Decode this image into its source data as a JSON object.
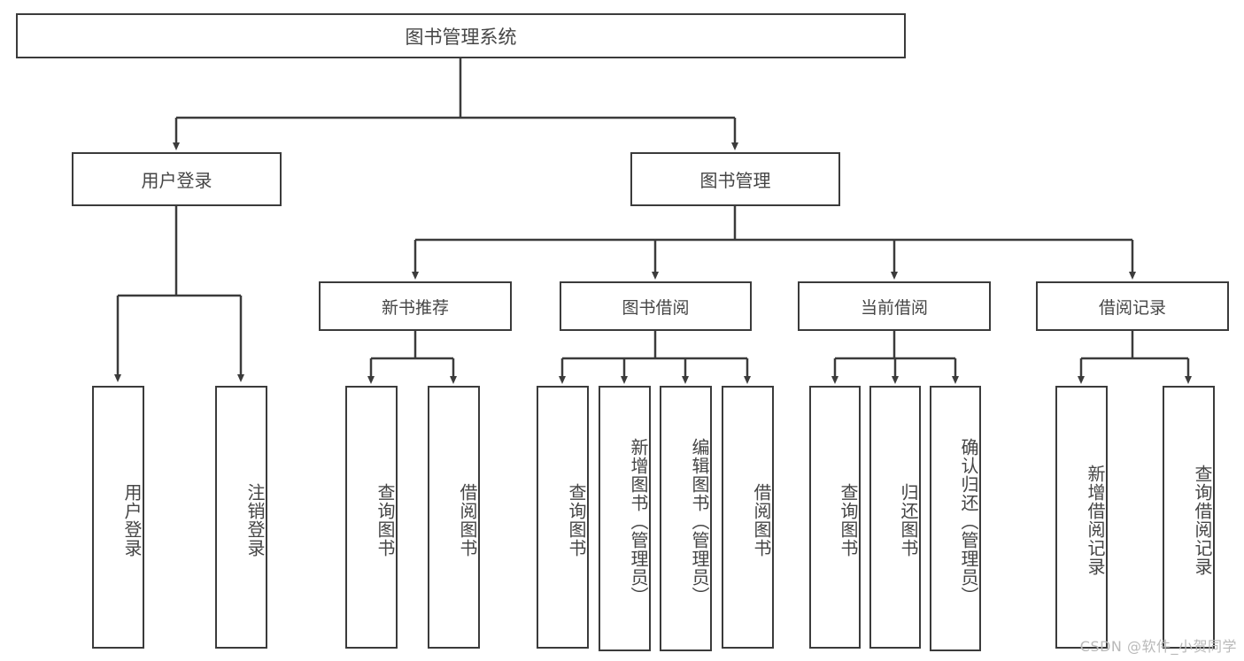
{
  "diagram": {
    "title": "图书管理系统",
    "type": "tree-hierarchy",
    "background_color": "#ffffff",
    "line_color": "#3b3b3b",
    "text_color": "#454545"
  },
  "root": {
    "label": "图书管理系统"
  },
  "level1": [
    {
      "label": "用户登录"
    },
    {
      "label": "图书管理"
    }
  ],
  "level2": [
    {
      "label": "新书推荐"
    },
    {
      "label": "图书借阅"
    },
    {
      "label": "当前借阅"
    },
    {
      "label": "借阅记录"
    }
  ],
  "leaves": {
    "user_login": [
      {
        "label": "用户登录"
      },
      {
        "label": "注销登录"
      }
    ],
    "new_book_recommend": [
      {
        "label": "查询图书"
      },
      {
        "label": "借阅图书"
      }
    ],
    "book_borrow": [
      {
        "label": "查询图书"
      },
      {
        "label": "新增图书（管理员）"
      },
      {
        "label": "编辑图书（管理员）"
      },
      {
        "label": "借阅图书"
      }
    ],
    "current_borrow": [
      {
        "label": "查询图书"
      },
      {
        "label": "归还图书"
      },
      {
        "label": "确认归还（管理员）"
      }
    ],
    "borrow_record": [
      {
        "label": "新增借阅记录"
      },
      {
        "label": "查询借阅记录"
      }
    ]
  },
  "watermark": {
    "text": "CSDN @软件_小贺同学"
  }
}
